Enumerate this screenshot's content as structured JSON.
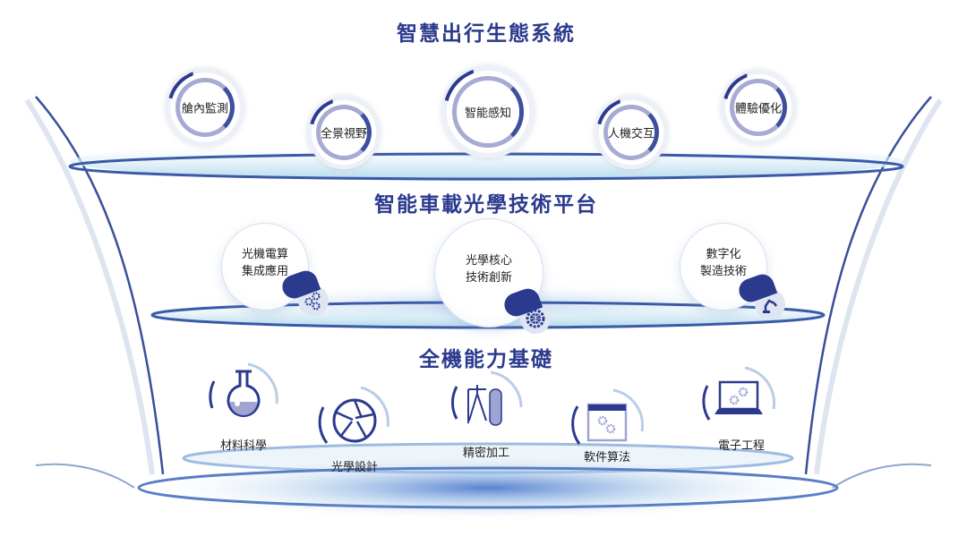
{
  "tiers": [
    {
      "title": "智慧出行生態系統",
      "items": [
        "艙內監測",
        "全景視野",
        "智能感知",
        "人機交互",
        "體驗優化"
      ]
    },
    {
      "title": "智能車載光學技術平台",
      "items": [
        {
          "line1": "光機電算",
          "line2": "集成應用",
          "icon": "gears-icon"
        },
        {
          "line1": "光學核心",
          "line2": "技術創新",
          "icon": "globe-gear-icon"
        },
        {
          "line1": "數字化",
          "line2": "製造技術",
          "icon": "robot-arm-icon"
        }
      ]
    },
    {
      "title": "全機能力基礎",
      "items": [
        {
          "label": "材料科學",
          "icon": "flask-icon"
        },
        {
          "label": "光學設計",
          "icon": "aperture-icon"
        },
        {
          "label": "精密加工",
          "icon": "compass-drafting-icon"
        },
        {
          "label": "軟件算法",
          "icon": "software-window-icon"
        },
        {
          "label": "電子工程",
          "icon": "laptop-gears-icon"
        }
      ]
    }
  ],
  "colors": {
    "navy": "#2b3a8e",
    "ring": "#a7abd4",
    "disc": "#cfe6f3"
  }
}
